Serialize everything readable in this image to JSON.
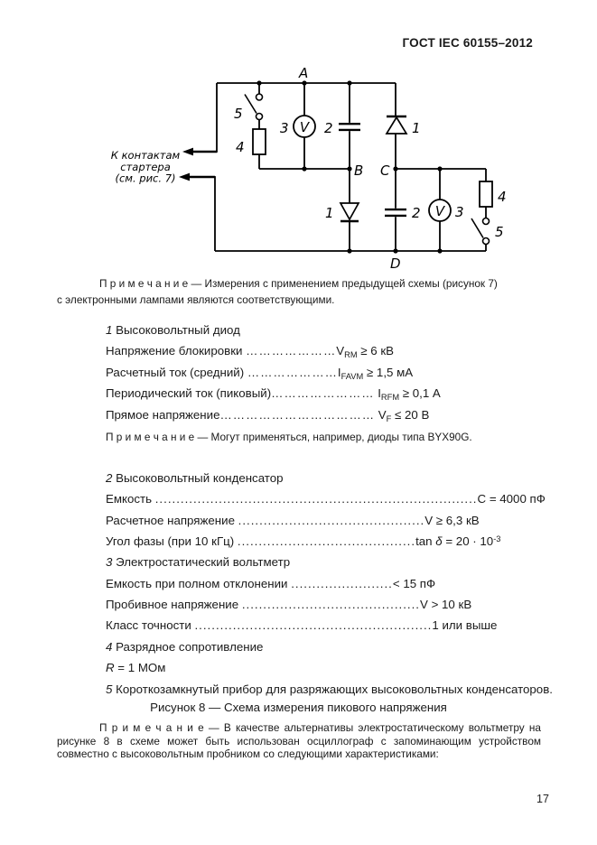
{
  "header": {
    "title": "ГОСТ IEC 60155–2012"
  },
  "footer": {
    "page_number": "17"
  },
  "circuit": {
    "component_labels": {
      "diode": "1",
      "capacitor": "2",
      "voltmeter": "3",
      "resistor": "4",
      "switch": "5"
    },
    "meter_letter": "V",
    "nodes": {
      "a": "A",
      "b": "B",
      "c": "C",
      "d": "D"
    },
    "annotation": {
      "line1": "К контактам",
      "line2": "стартера",
      "line3": "(см. рис. 7)"
    }
  },
  "note_top": {
    "text": "П р и м е ч а н и е — Измерения с применением предыдущей схемы (рисунок 7) с электронными лампами являются соответствующими."
  },
  "spec": {
    "lines": [
      {
        "type": "heading",
        "num": "1",
        "text": "Высоковольтный диод"
      },
      {
        "type": "spec",
        "label": "Напряжение блокировки ",
        "dots": "…………………",
        "value": [
          [
            "V"
          ],
          [
            "RM",
            "sub"
          ],
          [
            " ≥ 6 кВ"
          ]
        ]
      },
      {
        "type": "spec",
        "label": "Расчетный ток (средний) ",
        "dots": "…………………",
        "value": [
          [
            "I"
          ],
          [
            "FAVM",
            "sub"
          ],
          [
            " ≥ 1,5 мА"
          ]
        ]
      },
      {
        "type": "spec",
        "label": "Периодический ток (пиковый)",
        "dots": "……………………",
        "value": [
          [
            " I"
          ],
          [
            "RFM",
            "sub"
          ],
          [
            " ≥ 0,1 А"
          ]
        ]
      },
      {
        "type": "spec",
        "label": "Прямое напряжение",
        "dots": "………………………………",
        "value": [
          [
            " V"
          ],
          [
            "F",
            "sub"
          ],
          [
            " ≤ 20 В"
          ]
        ]
      },
      {
        "type": "note",
        "text": "П р и м е ч а н и е — Могут применяться, например, диоды типа BYX90G."
      },
      {
        "type": "spacer"
      },
      {
        "type": "heading",
        "num": "2",
        "text": "Высоковольтный конденсатор"
      },
      {
        "type": "spec",
        "label": "Емкость ",
        "dots": "............................................................................",
        "value": [
          [
            "C = 4000 пФ"
          ]
        ]
      },
      {
        "type": "spec",
        "label": "Расчетное напряжение ",
        "dots": "............................................",
        "value": [
          [
            "V ≥ 6,3 кВ"
          ]
        ]
      },
      {
        "type": "spec",
        "label": "Угол фазы (при 10 кГц) ",
        "dots": "..........................................",
        "value": [
          [
            "tan "
          ],
          [
            "δ",
            "italic"
          ],
          [
            " = 20 · 10"
          ],
          [
            "-3",
            "sup"
          ]
        ]
      },
      {
        "type": "heading",
        "num": "3",
        "text": "Электростатический вольтметр"
      },
      {
        "type": "spec",
        "label": "Емкость при полном отклонении ",
        "dots": "........................",
        "value": [
          [
            "< 15 пФ"
          ]
        ]
      },
      {
        "type": "spec",
        "label": "Пробивное напряжение ",
        "dots": "..........................................",
        "value": [
          [
            "V > 10 кВ"
          ]
        ]
      },
      {
        "type": "spec",
        "label": "Класс точности ",
        "dots": "........................................................",
        "value": [
          [
            "1 или выше"
          ]
        ]
      },
      {
        "type": "heading",
        "num": "4",
        "text": "Разрядное сопротивление"
      },
      {
        "type": "formula",
        "parts": [
          [
            "R",
            "italic"
          ],
          [
            " = 1 МОм"
          ]
        ]
      },
      {
        "type": "heading",
        "num": "5",
        "text": "Короткозамкнутый прибор для разряжающих высоковольтных конденсаторов."
      }
    ]
  },
  "caption": "Рисунок 8 — Схема измерения пикового напряжения",
  "note_bottom": {
    "text": "П р и м е ч а н и е — В качестве альтернативы электростатическому вольтметру на рисунке 8 в схеме может быть использован осциллограф с запоминающим устройством совместно с высоковольтным пробником со следующими характеристиками:"
  }
}
